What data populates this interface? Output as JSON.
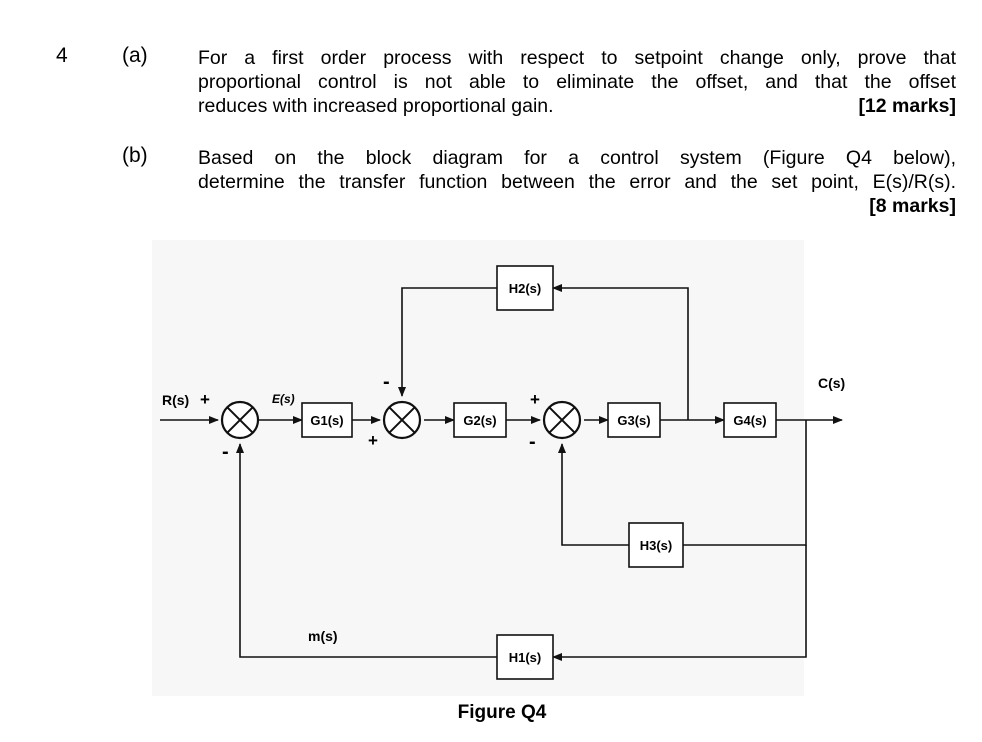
{
  "question": {
    "number": "4",
    "parts": [
      {
        "label": "(a)",
        "lines": [
          "For a first order process with respect to setpoint change only, prove that",
          "proportional control is not able to eliminate the offset, and that the offset"
        ],
        "last_line": "reduces with increased proportional gain.",
        "marks": "[12 marks]"
      },
      {
        "label": "(b)",
        "lines": [
          "Based on the block diagram for a control system (Figure Q4 below),",
          "determine the transfer function between the error and the set point, E(s)/R(s)."
        ],
        "marks": "[8 marks]"
      }
    ]
  },
  "figure": {
    "caption": "Figure Q4",
    "signals": {
      "input": "R(s)",
      "error": "E(s)",
      "output": "C(s)",
      "feedback": "m(s)"
    },
    "blocks": {
      "g1": "G1(s)",
      "g2": "G2(s)",
      "g3": "G3(s)",
      "g4": "G4(s)",
      "h1": "H1(s)",
      "h2": "H2(s)",
      "h3": "H3(s)"
    },
    "signs": {
      "sj1_in": "+",
      "sj1_fb": "-",
      "sj2_in": "+",
      "sj2_fb": "-",
      "sj3_in": "+",
      "sj3_fb": "-"
    }
  }
}
